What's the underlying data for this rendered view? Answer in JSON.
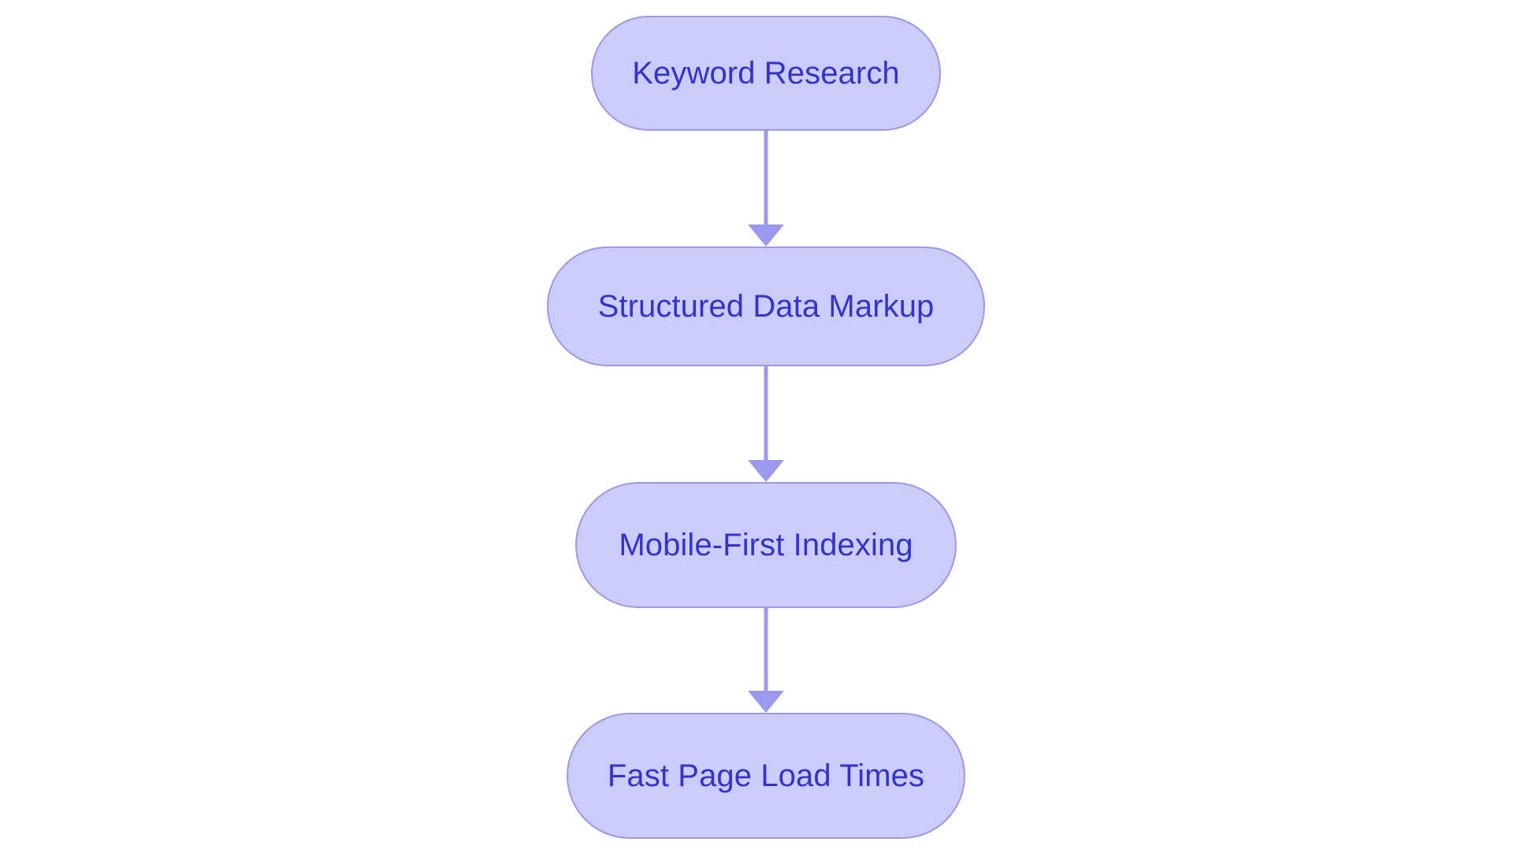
{
  "diagram": {
    "type": "flowchart",
    "orientation": "top-to-bottom",
    "background_color": "#ffffff",
    "node_fill_color": "#ccccfc",
    "node_border_color": "#9999e8",
    "node_text_color": "#3333cc",
    "edge_color": "#9999ee",
    "node_shape": "stadium",
    "nodes": [
      {
        "id": "keyword-research",
        "label": "Keyword Research"
      },
      {
        "id": "structured-data-markup",
        "label": "Structured Data Markup"
      },
      {
        "id": "mobile-first-indexing",
        "label": "Mobile-First Indexing"
      },
      {
        "id": "fast-page-load-times",
        "label": "Fast Page Load Times"
      }
    ],
    "edges": [
      {
        "id": "edge-1",
        "from": "keyword-research",
        "to": "structured-data-markup",
        "label": "",
        "arrowhead": "triangle"
      },
      {
        "id": "edge-2",
        "from": "structured-data-markup",
        "to": "mobile-first-indexing",
        "label": "",
        "arrowhead": "triangle"
      },
      {
        "id": "edge-3",
        "from": "mobile-first-indexing",
        "to": "fast-page-load-times",
        "label": "",
        "arrowhead": "triangle"
      }
    ]
  }
}
